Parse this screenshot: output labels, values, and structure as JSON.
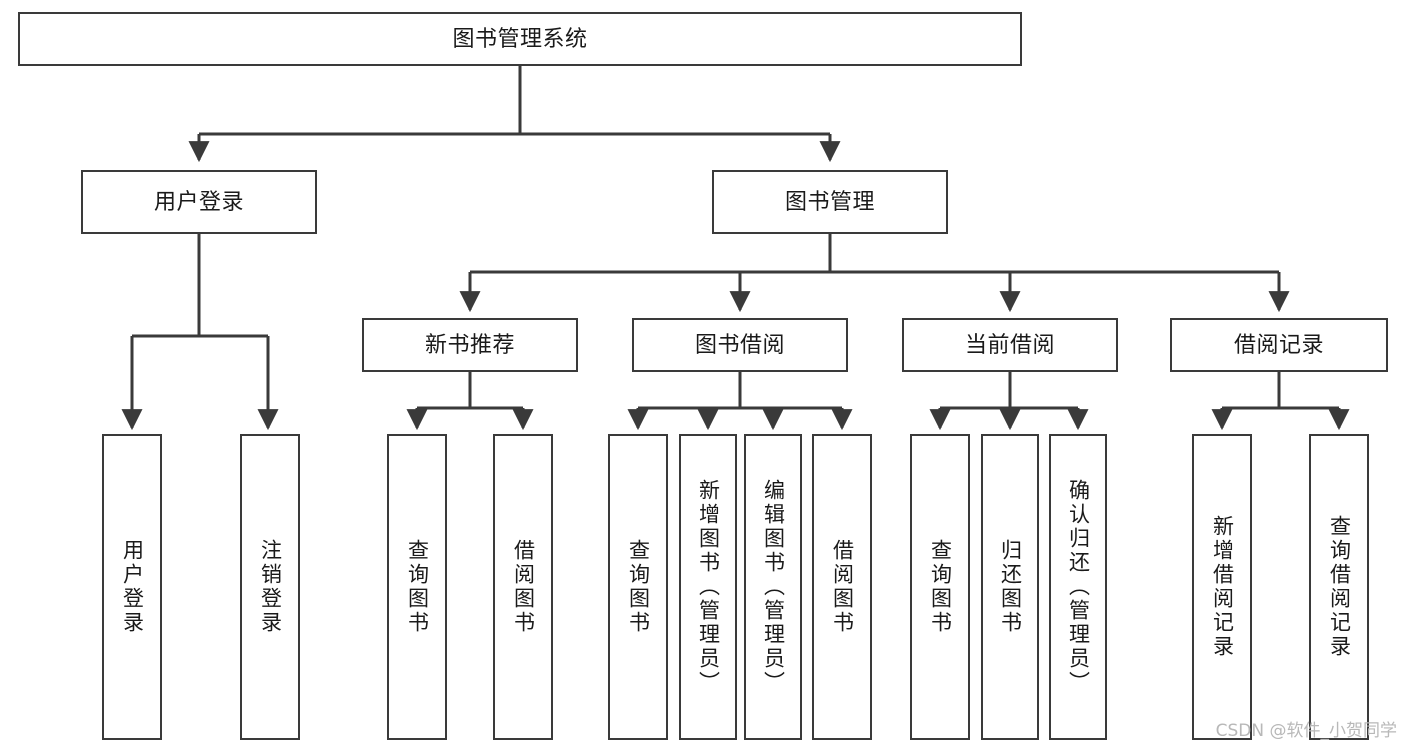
{
  "diagram": {
    "title": "图书管理系统",
    "type": "tree-hierarchy",
    "watermark": "CSDN @软件_小贺同学",
    "root": {
      "label": "图书管理系统"
    },
    "level1": [
      {
        "label": "用户登录"
      },
      {
        "label": "图书管理"
      }
    ],
    "level2": [
      {
        "label": "新书推荐"
      },
      {
        "label": "图书借阅"
      },
      {
        "label": "当前借阅"
      },
      {
        "label": "借阅记录"
      }
    ],
    "leaves": {
      "user_login": [
        {
          "label": "用户登录"
        },
        {
          "label": "注销登录"
        }
      ],
      "new_book_recommend": [
        {
          "label": "查询图书"
        },
        {
          "label": "借阅图书"
        }
      ],
      "book_borrow": [
        {
          "label": "查询图书"
        },
        {
          "label": "新增图书（管理员）"
        },
        {
          "label": "编辑图书（管理员）"
        },
        {
          "label": "借阅图书"
        }
      ],
      "current_borrow": [
        {
          "label": "查询图书"
        },
        {
          "label": "归还图书"
        },
        {
          "label": "确认归还（管理员）"
        }
      ],
      "borrow_record": [
        {
          "label": "新增借阅记录"
        },
        {
          "label": "查询借阅记录"
        }
      ]
    },
    "colors": {
      "stroke": "#3a3a3a",
      "background": "#ffffff",
      "text": "#1a1a1a",
      "watermark": "#b8b8b8"
    }
  }
}
